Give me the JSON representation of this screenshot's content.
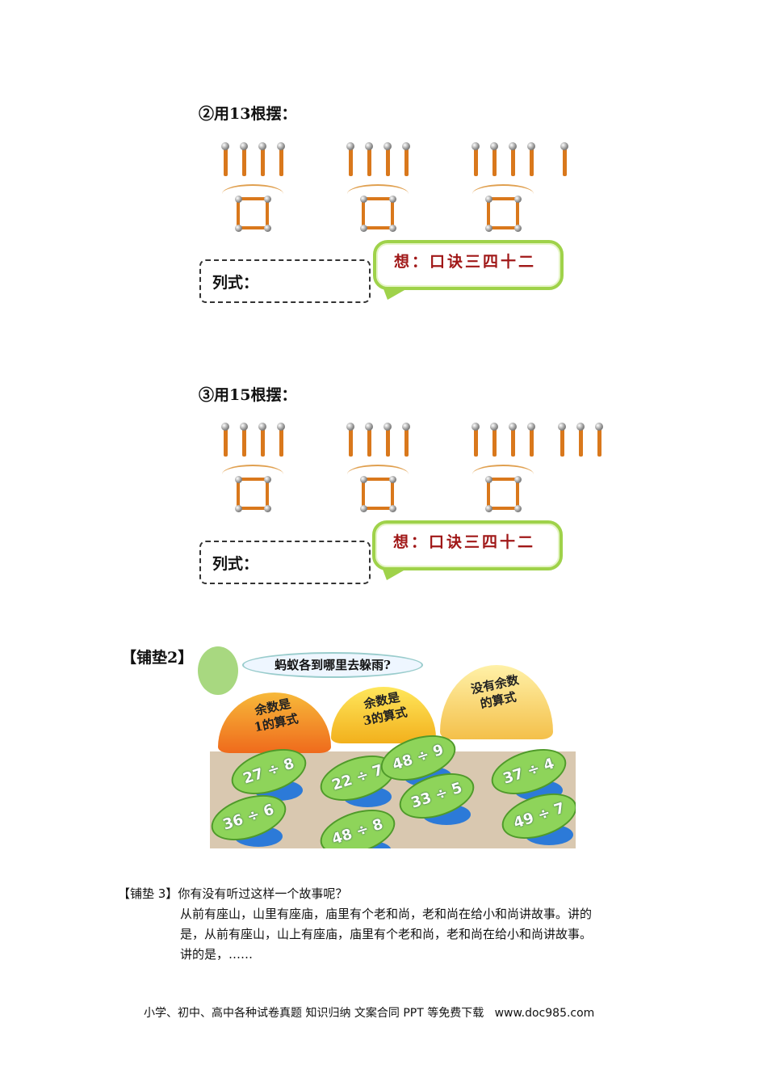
{
  "sections": [
    {
      "title": "②用13根摆：",
      "groups": [
        4,
        4,
        4
      ],
      "extra": 1,
      "formula_label": "列式：",
      "hint": "想：口诀三四十二"
    },
    {
      "title": "③用15根摆：",
      "groups": [
        4,
        4,
        4
      ],
      "extra": 3,
      "formula_label": "列式：",
      "hint": "想：口诀三四十二"
    }
  ],
  "pudian2": {
    "label": "【铺垫2】",
    "question": "蚂蚁各到哪里去躲雨?",
    "mushrooms": [
      "余数是\n1的算式",
      "余数是\n3的算式",
      "没有余数\n的算式"
    ],
    "leaves": [
      "27 ÷ 8",
      "22 ÷ 7",
      "48 ÷ 9",
      "33 ÷ 5",
      "37 ÷ 4",
      "36 ÷ 6",
      "48 ÷ 8",
      "49 ÷ 7"
    ]
  },
  "pudian3": {
    "label": "【铺垫 3】",
    "question": "你有没有听过这样一个故事呢？",
    "lines": [
      "从前有座山，山里有座庙，庙里有个老和尚，老和尚在给小和尚讲故事。讲的",
      "是，从前有座山，山上有座庙，庙里有个老和尚，老和尚在给小和尚讲故事。",
      "讲的是，……"
    ]
  },
  "footer": "小学、初中、高中各种试卷真题 知识归纳 文案合同 PPT 等免费下载   www.doc985.com"
}
